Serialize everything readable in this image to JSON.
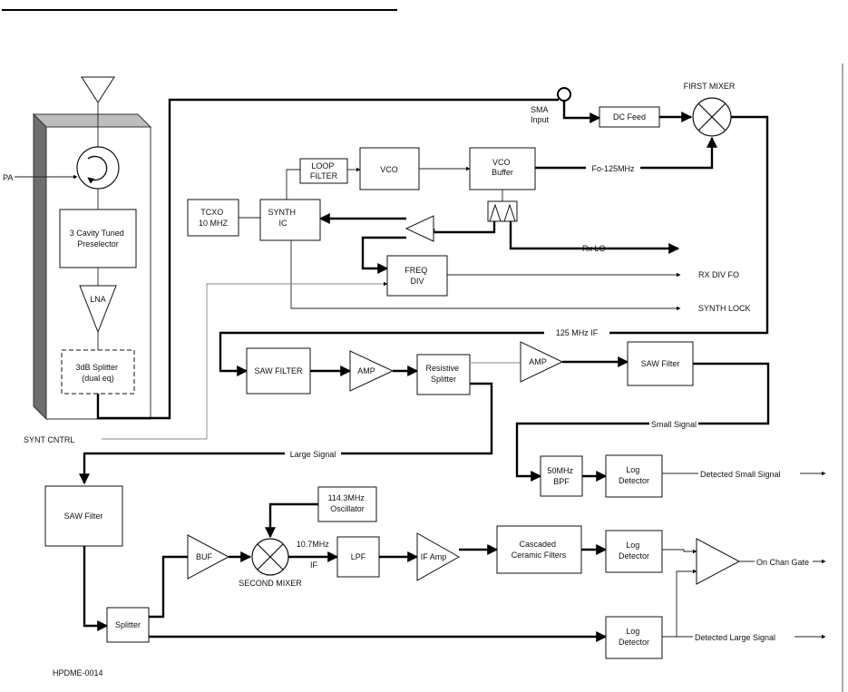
{
  "labels": {
    "first_mixer": "FIRST MIXER",
    "sma_input": [
      "SMA",
      "Input"
    ],
    "dc_feed": "DC Feed",
    "loop_filter": [
      "LOOP",
      "FILTER"
    ],
    "vco": "VCO",
    "vco_buffer": [
      "VCO",
      "Buffer"
    ],
    "fo": "Fo-125MHz",
    "tcxo": [
      "TCXO",
      "10 MHZ"
    ],
    "synth_ic": [
      "SYNTH",
      "IC"
    ],
    "rx_lo": "Rx LO",
    "freq_div": [
      "FREQ",
      "DIV"
    ],
    "rx_div_fo": "RX DIV FO",
    "synth_lock": "SYNTH LOCK",
    "pa": "PA",
    "preselector": [
      "3 Cavity Tuned",
      "Preselector"
    ],
    "lna": "LNA",
    "splitter_3db": [
      "3dB Splitter",
      "(dual eq)"
    ],
    "if_125": "125 MHz IF",
    "saw_filter_upper": "SAW FILTER",
    "amp1": "AMP",
    "resistive_splitter": [
      "Resistive",
      "Splitter"
    ],
    "amp2": "AMP",
    "saw_filter_right": "SAW Filter",
    "small_signal": "Small Signal",
    "synt_cntrl": "SYNT CNTRL",
    "large_signal": "Large Signal",
    "bpf_50": [
      "50MHz",
      "BPF"
    ],
    "log_detector_1": [
      "Log",
      "Detector"
    ],
    "detected_small": "Detected Small Signal",
    "saw_filter_lower": "SAW Filter",
    "osc": [
      "114.3MHz",
      "Oscillator"
    ],
    "if_107": [
      "10.7MHz",
      "IF"
    ],
    "buf": "BUF",
    "second_mixer": "SECOND MIXER",
    "lpf": "LPF",
    "if_amp": "IF Amp",
    "ceramic_filters": [
      "Cascaded",
      "Ceramic Filters"
    ],
    "log_detector_2": [
      "Log",
      "Detector"
    ],
    "on_chan_gate": "On Chan Gate",
    "splitter": "Splitter",
    "log_detector_3": [
      "Log",
      "Detector"
    ],
    "detected_large": "Detected Large Signal",
    "figure_id": "HPDME-0014"
  }
}
